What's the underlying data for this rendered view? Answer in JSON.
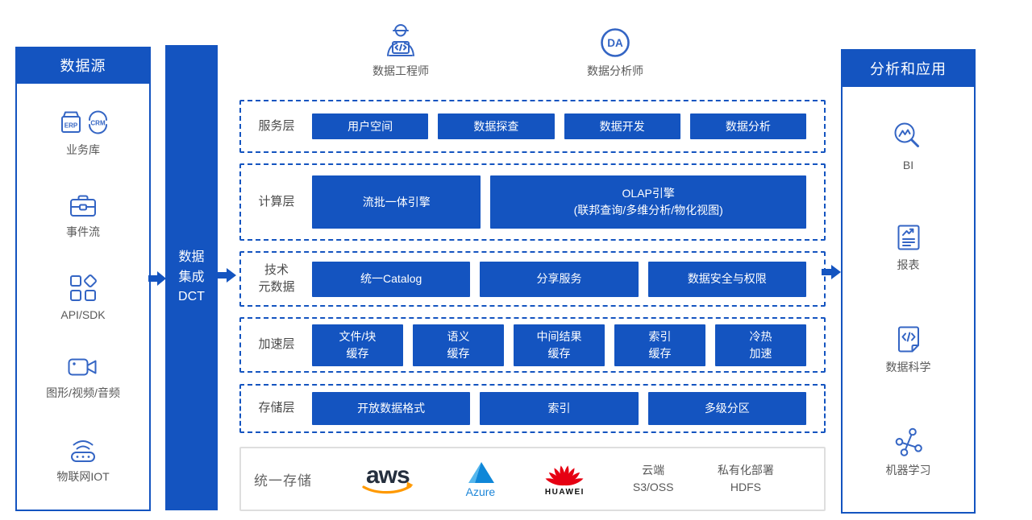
{
  "colors": {
    "primary_blue": "#1454c0",
    "icon_blue": "#3465c4",
    "aws_dark": "#252f3e",
    "aws_orange": "#ff9900",
    "azure_blue": "#1d86d8",
    "huawei_red": "#e60012",
    "text_gray": "#595959",
    "border_gray": "#dedede"
  },
  "left_panel": {
    "title": "数据源",
    "items": [
      {
        "label": "业务库",
        "icon": "erp-crm"
      },
      {
        "label": "事件流",
        "icon": "briefcase"
      },
      {
        "label": "API/SDK",
        "icon": "api-grid"
      },
      {
        "label": "图形/视频/音频",
        "icon": "video-camera"
      },
      {
        "label": "物联网IOT",
        "icon": "iot-device"
      }
    ]
  },
  "integration_bar": {
    "label": "数据\n集成\nDCT"
  },
  "actors": {
    "engineer": {
      "label": "数据工程师"
    },
    "analyst": {
      "label": "数据分析师",
      "badge": "DA"
    }
  },
  "layers": [
    {
      "label": "服务层",
      "items": [
        {
          "label": "用户空间"
        },
        {
          "label": "数据探查"
        },
        {
          "label": "数据开发"
        },
        {
          "label": "数据分析"
        }
      ]
    },
    {
      "label": "计算层",
      "items": [
        {
          "label": "流批一体引擎"
        },
        {
          "label": "OLAP引擎\n(联邦查询/多维分析/物化视图)"
        }
      ]
    },
    {
      "label": "技术\n元数据",
      "items": [
        {
          "label": "统一Catalog"
        },
        {
          "label": "分享服务"
        },
        {
          "label": "数据安全与权限"
        }
      ]
    },
    {
      "label": "加速层",
      "items": [
        {
          "label": "文件/块\n缓存"
        },
        {
          "label": "语义\n缓存"
        },
        {
          "label": "中间结果\n缓存"
        },
        {
          "label": "索引\n缓存"
        },
        {
          "label": "冷热\n加速"
        }
      ]
    },
    {
      "label": "存储层",
      "items": [
        {
          "label": "开放数据格式"
        },
        {
          "label": "索引"
        },
        {
          "label": "多级分区"
        }
      ]
    }
  ],
  "storage_row": {
    "label": "统一存储",
    "aws": "aws",
    "azure": "Azure",
    "huawei": "HUAWEI",
    "cloud": "云端\nS3/OSS",
    "private": "私有化部署\nHDFS"
  },
  "right_panel": {
    "title": "分析和应用",
    "items": [
      {
        "label": "BI",
        "icon": "bi-magnifier"
      },
      {
        "label": "报表",
        "icon": "report-doc"
      },
      {
        "label": "数据科学",
        "icon": "code-doc"
      },
      {
        "label": "机器学习",
        "icon": "ml-nodes"
      }
    ]
  },
  "icon_labels": {
    "erp": "ERP",
    "crm": "CRM"
  }
}
